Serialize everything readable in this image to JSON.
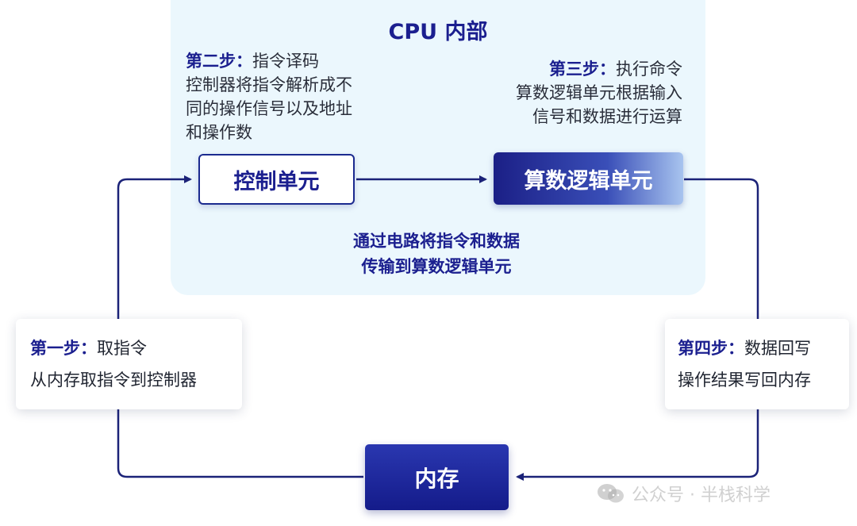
{
  "cpu": {
    "title": "CPU 内部",
    "step2": {
      "head": "第二步：",
      "title": "指令译码",
      "lines": [
        "控制器将指令解析成不",
        "同的操作信号以及地址",
        "和操作数"
      ]
    },
    "step3": {
      "head": "第三步：",
      "title": "执行命令",
      "lines": [
        "算数逻辑单元根据输入",
        "信号和数据进行运算"
      ]
    },
    "control_unit": "控制单元",
    "alu": "算数逻辑单元",
    "transfer_lines": [
      "通过电路将指令和数据",
      "传输到算数逻辑单元"
    ]
  },
  "step1": {
    "head": "第一步：",
    "title": "取指令",
    "desc": "从内存取指令到控制器"
  },
  "step4": {
    "head": "第四步：",
    "title": "数据回写",
    "desc": "操作结果写回内存"
  },
  "memory": "内存",
  "watermark": {
    "icon": "wechat-icon",
    "text": "公众号 · 半栈科学"
  },
  "colors": {
    "primary": "#1b1f8f",
    "panel": "#ebf7fd",
    "line": "#1b2278"
  }
}
